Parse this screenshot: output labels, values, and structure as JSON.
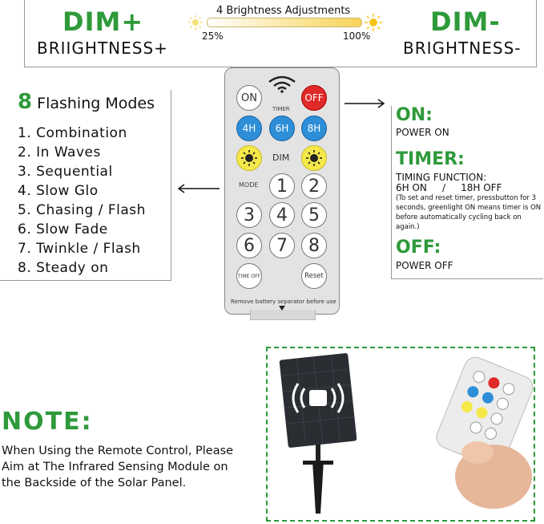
{
  "top": {
    "dim_plus": "DIM+",
    "brightness_plus": "BRIIGHTNESS+",
    "dim_minus": "DIM-",
    "brightness_minus": "BRIGHTNESS-",
    "adjust_title": "4 Brightness Adjustments",
    "pct_low": "25%",
    "pct_high": "100%"
  },
  "modes": {
    "count": "8",
    "title": "Flashing Modes",
    "items": [
      "1. Combination",
      "2. In Waves",
      "3. Sequential",
      "4. Slow Glo",
      "5. Chasing / Flash",
      "6. Slow Fade",
      "7. Twinkle / Flash",
      "8. Steady on"
    ]
  },
  "info": {
    "on_head": "ON:",
    "on_text": "POWER ON",
    "timer_head": "TIMER:",
    "timer_func": "TIMING FUNCTION:",
    "timer_hours": "6H ON     /     18H OFF",
    "timer_note": "(To set and reset timer, pressbutton for 3 seconds, greenlight ON means timer is ON before automatically cycling back on again.)",
    "off_head": "OFF:",
    "off_text": "POWER OFF"
  },
  "remote": {
    "on": "ON",
    "off": "OFF",
    "timer": "TIMER",
    "h4": "4H",
    "h6": "6H",
    "h8": "8H",
    "dim": "DIM",
    "mode": "MODE",
    "nums": [
      "1",
      "2",
      "3",
      "4",
      "5",
      "6",
      "7",
      "8"
    ],
    "time_off": "TIME OFF",
    "reset": "Reset",
    "separator": "Remove battery separator before use"
  },
  "note": {
    "title": "NOTE:",
    "text": "When Using the Remote Control, Please Aim at The Infrared Sensing Module on the Backside of the Solar Panel."
  },
  "colors": {
    "accent_green": "#2e9a3a",
    "remote_red": "#e02a2a",
    "remote_blue": "#2e8fd8",
    "remote_yellow": "#f5e94a"
  }
}
